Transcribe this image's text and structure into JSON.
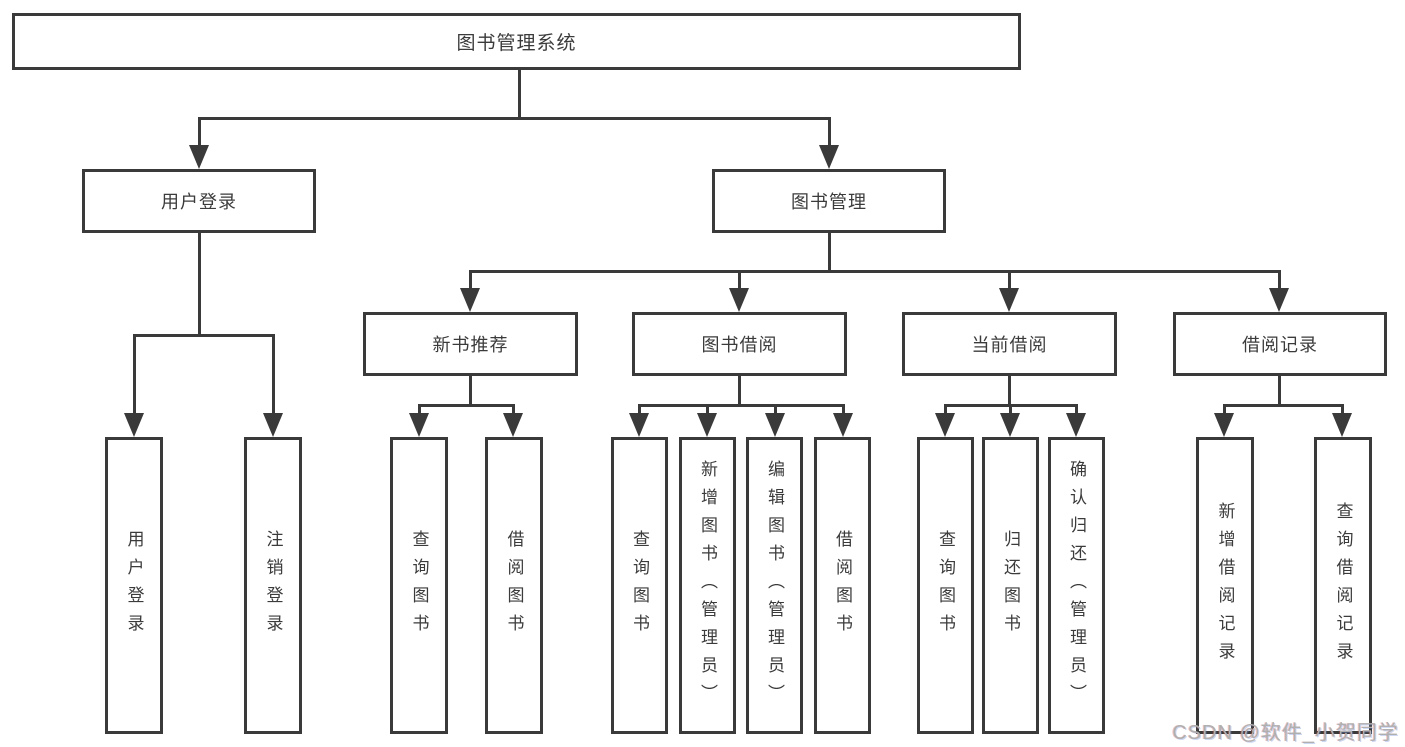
{
  "nodes": {
    "root": "图书管理系统",
    "level2": {
      "login": "用户登录",
      "management": "图书管理"
    },
    "level3": {
      "recommend": "新书推荐",
      "borrow": "图书借阅",
      "current": "当前借阅",
      "records": "借阅记录"
    },
    "leaves": {
      "login": [
        "用户登录",
        "注销登录"
      ],
      "recommend": [
        "查询图书",
        "借阅图书"
      ],
      "borrow": [
        "查询图书",
        "新增图书（管理员）",
        "编辑图书（管理员）",
        "借阅图书"
      ],
      "current": [
        "查询图书",
        "归还图书",
        "确认归还（管理员）"
      ],
      "records": [
        "新增借阅记录",
        "查询借阅记录"
      ]
    }
  },
  "watermark": "CSDN @软件_小贺同学",
  "colors": {
    "line": "#3a3a3a",
    "text": "#3b3b3b",
    "background": "#ffffff",
    "watermark": "#b0b0b0"
  }
}
